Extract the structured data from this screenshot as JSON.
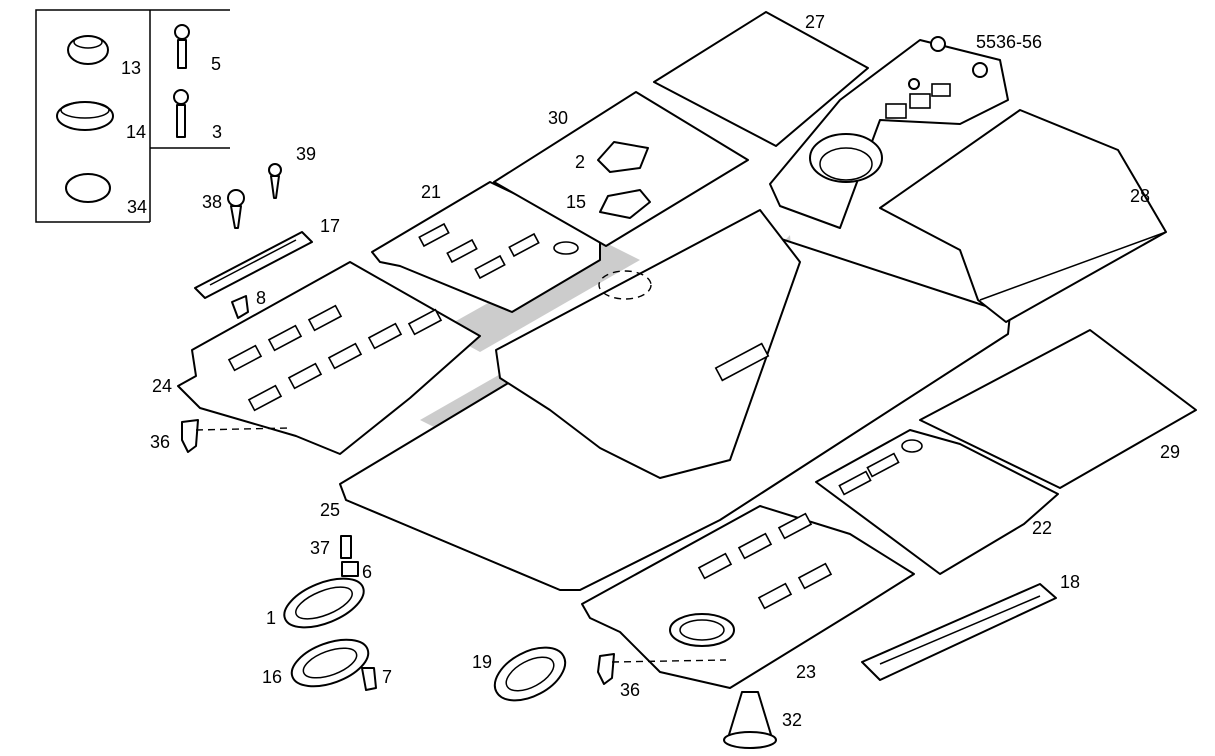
{
  "diagram_code": "5536-56",
  "labels": {
    "l13": "13",
    "l5": "5",
    "l14": "14",
    "l3": "3",
    "l34": "34",
    "l39": "39",
    "l38": "38",
    "l17": "17",
    "l8": "8",
    "l21": "21",
    "l30": "30",
    "l2": "2",
    "l15": "15",
    "l27": "27",
    "l28": "28",
    "l24": "24",
    "l36a": "36",
    "l25": "25",
    "l37": "37",
    "l6": "6",
    "l1": "1",
    "l16": "16",
    "l7": "7",
    "l19": "19",
    "l36b": "36",
    "l23": "23",
    "l32": "32",
    "l18": "18",
    "l22": "22",
    "l29": "29"
  },
  "colors": {
    "line": "#000000",
    "watermark": "#9a9a9a",
    "background": "#ffffff"
  }
}
